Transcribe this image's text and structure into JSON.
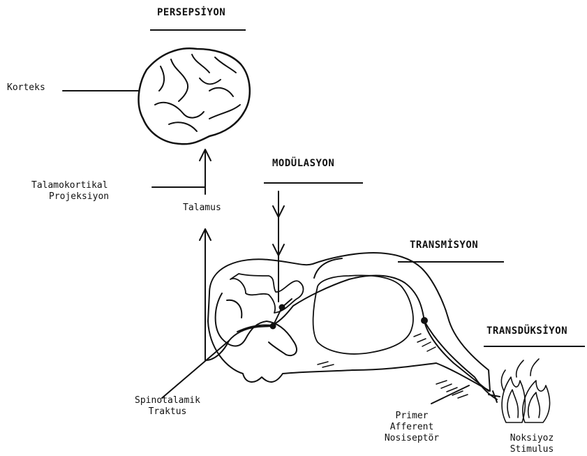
{
  "headings": {
    "perception": "PERSEPSİYON",
    "modulation": "MODÜLASYON",
    "transmission": "TRANSMİSYON",
    "transduction": "TRANSDÜKSİYON"
  },
  "labels": {
    "cortex": "Korteks",
    "thalamocortical_line1": "Talamokortikal",
    "thalamocortical_line2": "Projeksiyon",
    "thalamus": "Talamus",
    "spinothalamic_line1": "Spinotalamik",
    "spinothalamic_line2": "Traktus",
    "afferent_line1": "Primer",
    "afferent_line2": "Afferent",
    "afferent_line3": "Nosiseptör",
    "stimulus_line1": "Noksiyoz",
    "stimulus_line2": "Stimulus"
  },
  "colors": {
    "ink": "#111111",
    "background": "#ffffff"
  }
}
